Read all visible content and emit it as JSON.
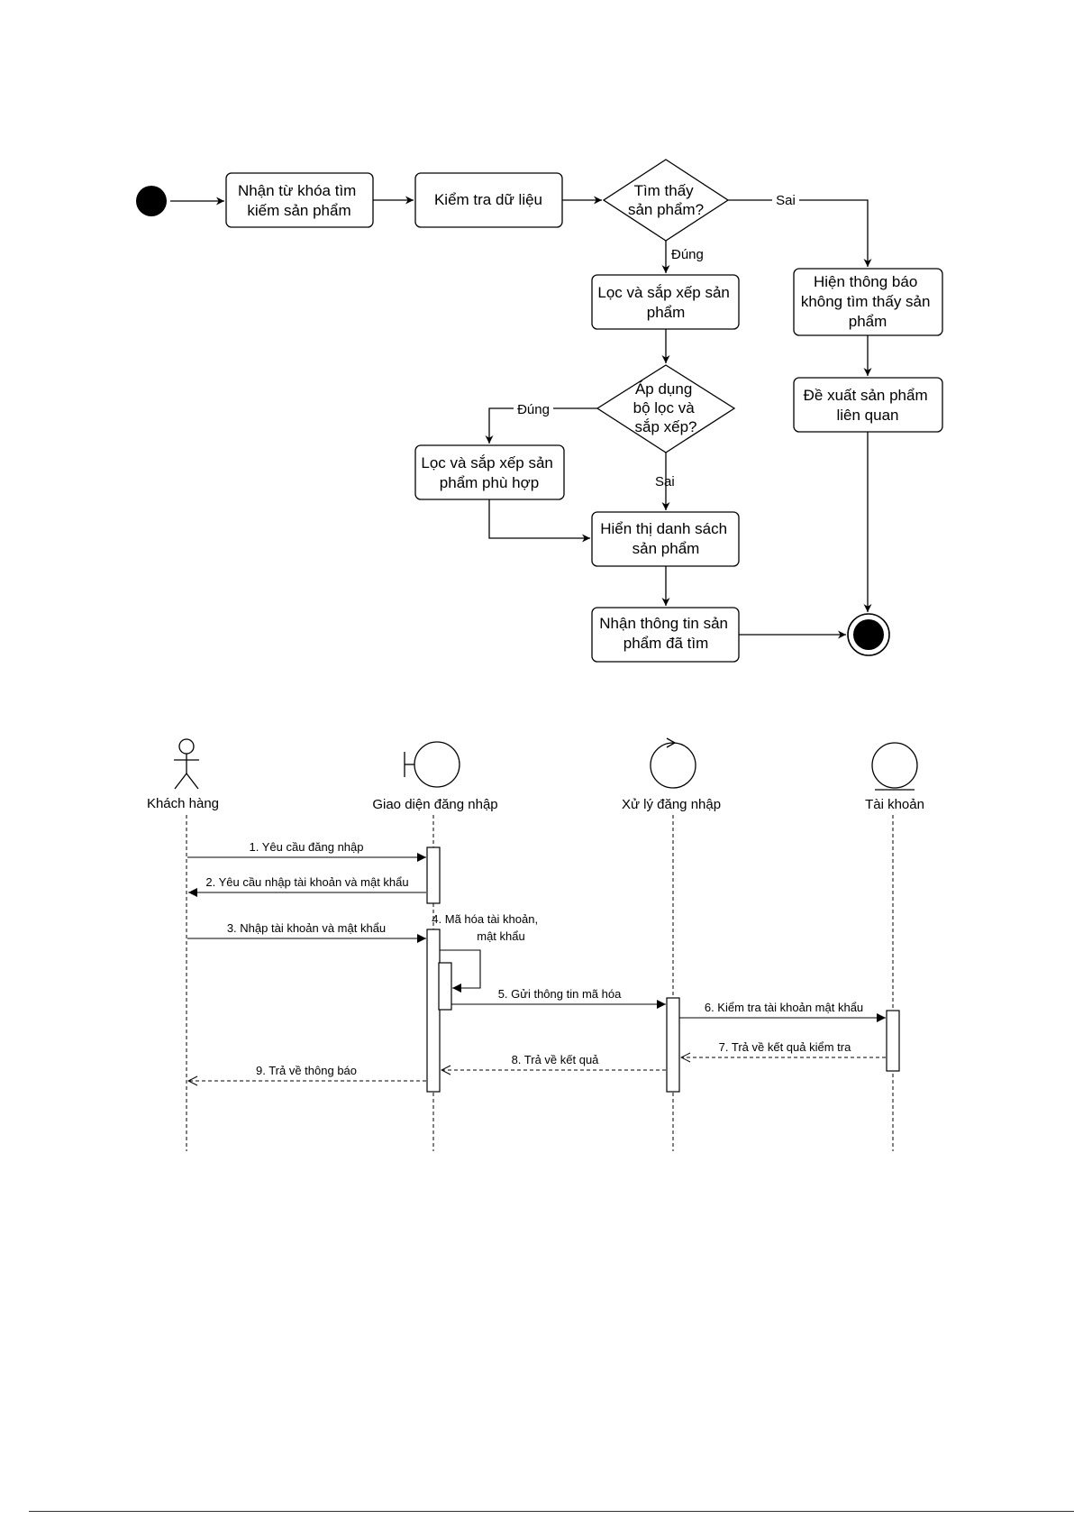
{
  "activity": {
    "nodes": {
      "receive_keyword": [
        "Nhận từ khóa tìm",
        "kiếm sản phẩm"
      ],
      "check_data": [
        "Kiểm tra dữ liệu"
      ],
      "found_decision": [
        "Tìm thấy",
        "sản phẩm?"
      ],
      "filter_sort": [
        "Lọc và sắp xếp sản",
        "phẩm"
      ],
      "not_found_message": [
        "Hiện thông báo",
        "không tìm thấy sản",
        "phẩm"
      ],
      "suggest_related": [
        "Đề xuất sản phẩm",
        "liên quan"
      ],
      "apply_filter_decision": [
        "Áp dụng",
        "bộ lọc và",
        "sắp xếp?"
      ],
      "filter_sort_matching": [
        "Lọc và sắp xếp sản",
        "phẩm phù hợp"
      ],
      "show_list": [
        "Hiển thị danh sách",
        "sản phẩm"
      ],
      "receive_info": [
        "Nhận thông tin sản",
        "phẩm đã tìm"
      ]
    },
    "edge_labels": {
      "found_false": "Sai",
      "found_true": "Đúng",
      "apply_true": "Đúng",
      "apply_false": "Sai"
    }
  },
  "sequence": {
    "participants": {
      "customer": "Khách hàng",
      "login_ui": "Giao diện đăng nhập",
      "login_process": "Xử lý đăng nhập",
      "account": "Tài khoản"
    },
    "messages": {
      "m1": [
        "1. Yêu cầu đăng nhập"
      ],
      "m2": [
        "2. Yêu cầu nhập tài khoản và mật khẩu"
      ],
      "m3": [
        "3. Nhập tài khoản và mật khẩu"
      ],
      "m4": [
        "4. Mã hóa tài khoản,",
        "mật khẩu"
      ],
      "m5": [
        "5. Gửi thông tin mã hóa"
      ],
      "m6": [
        "6. Kiểm tra tài khoản mật khẩu"
      ],
      "m7": [
        "7. Trả về kết quả kiểm tra"
      ],
      "m8": [
        "8. Trả về kết quả"
      ],
      "m9": [
        "9. Trả về thông báo"
      ]
    }
  }
}
